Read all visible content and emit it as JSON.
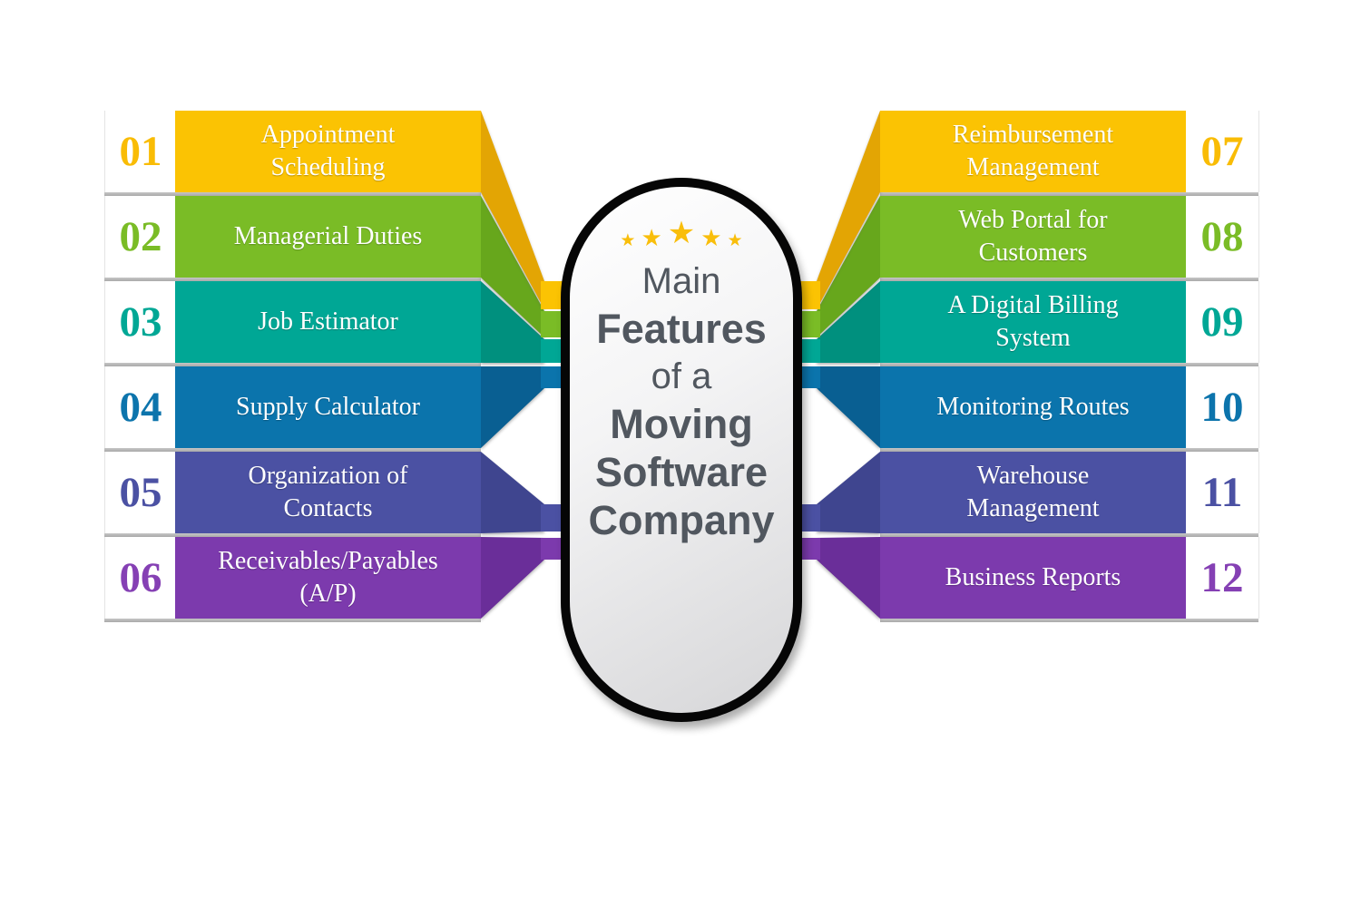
{
  "capsule": {
    "star_glyph": "★",
    "star_count": 5,
    "star_color": "#F9BE0B",
    "text_color": "#51575F",
    "border_color": "#060606",
    "lines": [
      {
        "text": "Main"
      },
      {
        "text": "Features"
      },
      {
        "text": "of a"
      },
      {
        "text": "Moving"
      },
      {
        "text": "Software"
      },
      {
        "text": "Company"
      }
    ]
  },
  "left_items": [
    {
      "number": "01",
      "label": [
        "Appointment",
        "Scheduling"
      ],
      "color_index": 0
    },
    {
      "number": "02",
      "label": [
        "Managerial Duties"
      ],
      "color_index": 1
    },
    {
      "number": "03",
      "label": [
        "Job Estimator"
      ],
      "color_index": 2
    },
    {
      "number": "04",
      "label": [
        "Supply Calculator"
      ],
      "color_index": 3
    },
    {
      "number": "05",
      "label": [
        "Organization of",
        "Contacts"
      ],
      "color_index": 4
    },
    {
      "number": "06",
      "label": [
        "Receivables/Payables",
        "(A/P)"
      ],
      "color_index": 5
    }
  ],
  "right_items": [
    {
      "number": "07",
      "label": [
        "Reimbursement",
        "Management"
      ],
      "color_index": 0
    },
    {
      "number": "08",
      "label": [
        "Web Portal for",
        "Customers"
      ],
      "color_index": 1
    },
    {
      "number": "09",
      "label": [
        "A Digital Billing",
        "System"
      ],
      "color_index": 2
    },
    {
      "number": "10",
      "label": [
        "Monitoring Routes"
      ],
      "color_index": 3
    },
    {
      "number": "11",
      "label": [
        "Warehouse",
        "Management"
      ],
      "color_index": 4
    },
    {
      "number": "12",
      "label": [
        "Business Reports"
      ],
      "color_index": 5
    }
  ],
  "palette": [
    {
      "name": "yellow",
      "bar": "#FBC303",
      "fold": "#E3A504",
      "number": "#F9BC05"
    },
    {
      "name": "green",
      "bar": "#7ABC26",
      "fold": "#67A71C",
      "number": "#7ABC26"
    },
    {
      "name": "teal",
      "bar": "#00A795",
      "fold": "#00907E",
      "number": "#00A795"
    },
    {
      "name": "blue",
      "bar": "#0B74AC",
      "fold": "#095F92",
      "number": "#0C74AC"
    },
    {
      "name": "indigo",
      "bar": "#4B51A3",
      "fold": "#3F458F",
      "number": "#4B51A3"
    },
    {
      "name": "purple",
      "bar": "#7C3AAD",
      "fold": "#6A2E99",
      "number": "#8540B4"
    }
  ],
  "background_color": "#FFFFFF"
}
